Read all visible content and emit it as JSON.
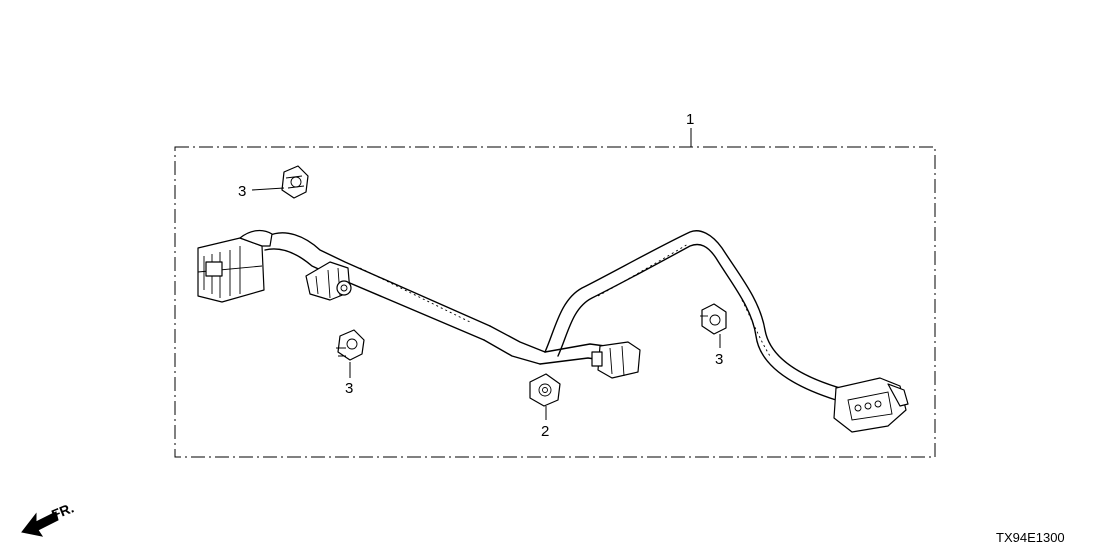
{
  "callouts": {
    "harness": "1",
    "clip_center": "2",
    "clip_top_left": "3",
    "clip_mid_left": "3",
    "clip_right": "3"
  },
  "direction_label": "FR.",
  "diagram_code": "TX94E1300"
}
